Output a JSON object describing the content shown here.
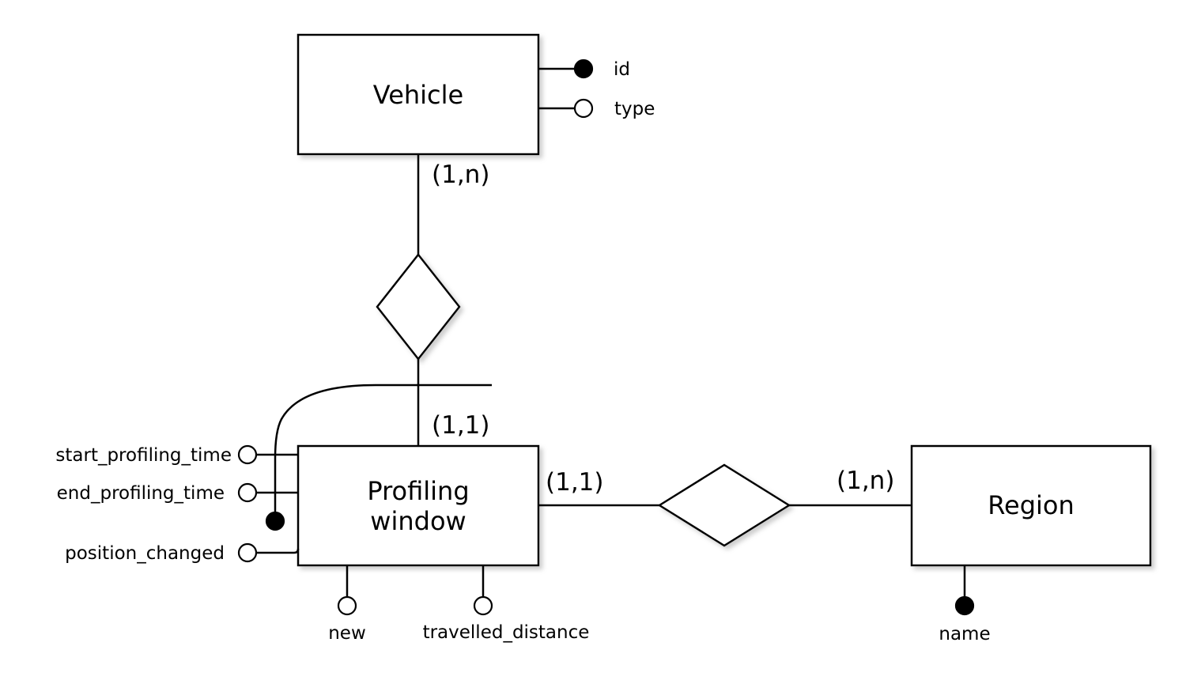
{
  "entities": {
    "vehicle": {
      "name": "Vehicle"
    },
    "profiling_window": {
      "name_line1": "Profiling",
      "name_line2": "window"
    },
    "region": {
      "name": "Region"
    }
  },
  "attributes": {
    "vehicle_id": {
      "label": "id",
      "identifier": true
    },
    "vehicle_type": {
      "label": "type",
      "identifier": false
    },
    "start_profiling_time": {
      "label": "start_profiling_time",
      "identifier": false
    },
    "end_profiling_time": {
      "label": "end_profiling_time",
      "identifier": false
    },
    "position_changed": {
      "label": "position_changed",
      "identifier": false
    },
    "new": {
      "label": "new",
      "identifier": false
    },
    "travelled_distance": {
      "label": "travelled_distance",
      "identifier": false
    },
    "region_name": {
      "label": "name",
      "identifier": true
    }
  },
  "relationships": {
    "vehicle_profiling": {
      "vehicle_cardinality": "(1,n)",
      "profiling_cardinality": "(1,1)"
    },
    "profiling_region": {
      "profiling_cardinality": "(1,1)",
      "region_cardinality": "(1,n)"
    }
  },
  "colors": {
    "stroke": "#000000",
    "fill": "#ffffff",
    "shadow": "#d9d9d9"
  }
}
